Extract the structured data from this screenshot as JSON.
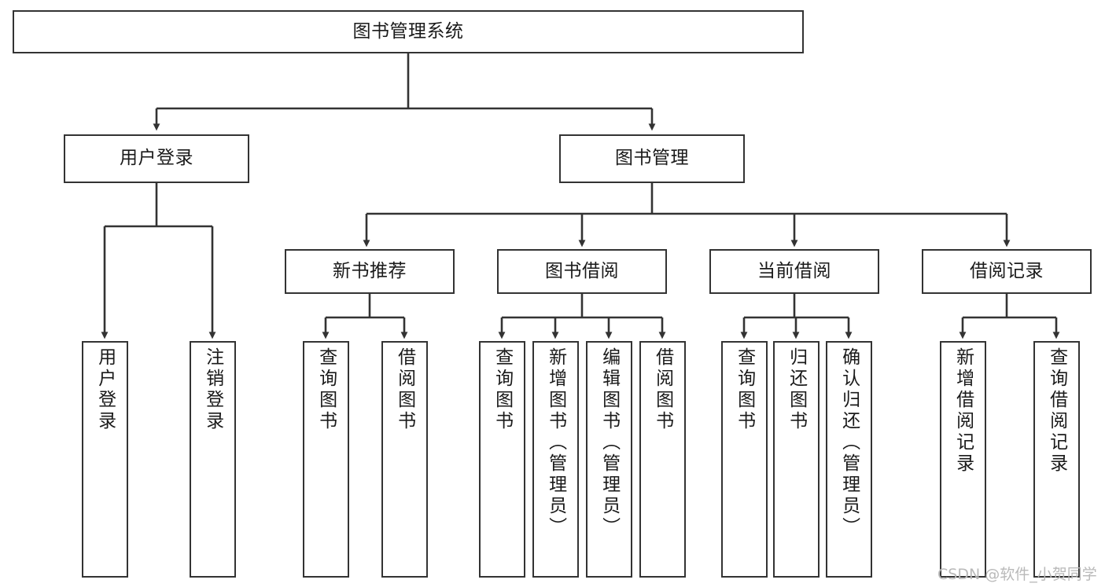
{
  "diagram": {
    "title": "图书管理系统",
    "type": "tree-hierarchy",
    "watermark": "CSDN @软件_小贺同学",
    "colors": {
      "stroke": "#333333",
      "fill": "#ffffff",
      "text": "#1a1a1a",
      "watermark": "#b9b9b9"
    },
    "nodes": {
      "root": {
        "label": "图书管理系统"
      },
      "level2": [
        {
          "id": "user_login",
          "label": "用户登录"
        },
        {
          "id": "book_manage",
          "label": "图书管理"
        }
      ],
      "level3": [
        {
          "id": "new_book_rec",
          "label": "新书推荐"
        },
        {
          "id": "book_borrow",
          "label": "图书借阅"
        },
        {
          "id": "current_borrow",
          "label": "当前借阅"
        },
        {
          "id": "borrow_record",
          "label": "借阅记录"
        }
      ],
      "leaves": {
        "user_login": [
          {
            "id": "leaf_user_login",
            "label": "用户登录"
          },
          {
            "id": "leaf_user_logout",
            "label": "注销登录"
          }
        ],
        "new_book_rec": [
          {
            "id": "leaf_query_book_1",
            "label": "查询图书"
          },
          {
            "id": "leaf_borrow_book_1",
            "label": "借阅图书"
          }
        ],
        "book_borrow": [
          {
            "id": "leaf_query_book_2",
            "label": "查询图书"
          },
          {
            "id": "leaf_add_book",
            "label": "新增图书（管理员）"
          },
          {
            "id": "leaf_edit_book",
            "label": "编辑图书（管理员）"
          },
          {
            "id": "leaf_borrow_book_2",
            "label": "借阅图书"
          }
        ],
        "current_borrow": [
          {
            "id": "leaf_query_book_3",
            "label": "查询图书"
          },
          {
            "id": "leaf_return_book",
            "label": "归还图书"
          },
          {
            "id": "leaf_confirm_return",
            "label": "确认归还（管理员）"
          }
        ],
        "borrow_record": [
          {
            "id": "leaf_add_record",
            "label": "新增借阅记录"
          },
          {
            "id": "leaf_query_record",
            "label": "查询借阅记录"
          }
        ]
      }
    }
  }
}
